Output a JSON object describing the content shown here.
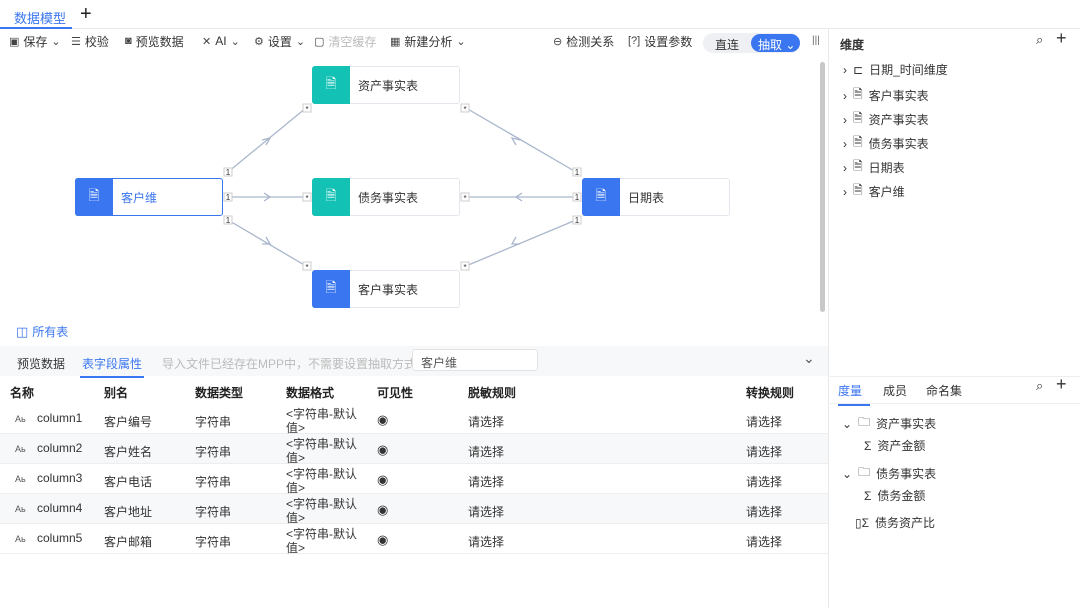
{
  "tabs": {
    "active": "数据模型",
    "add": "+"
  },
  "toolbar": {
    "save": "保存",
    "validate": "校验",
    "preview": "预览数据",
    "ai": "AI",
    "settings": "设置",
    "clear_cache": "清空缓存",
    "new_analysis": "新建分析",
    "detect": "检测关系",
    "params": "设置参数",
    "direct": "直连",
    "extract": "抽取"
  },
  "canvas": {
    "nodes": [
      {
        "label": "客户维",
        "color": "#3a76f0"
      },
      {
        "label": "资产事实表",
        "color": "#13c2b4"
      },
      {
        "label": "债务事实表",
        "color": "#13c2b4"
      },
      {
        "label": "客户事实表",
        "color": "#3a76f0"
      },
      {
        "label": "日期表",
        "color": "#3a76f0"
      }
    ],
    "one": "1",
    "many": "*"
  },
  "all_tables": "所有表",
  "bottom": {
    "tab_preview": "预览数据",
    "tab_fields": "表字段属性",
    "notice": "导入文件已经存在MPP中，不需要设置抽取方式",
    "table_select": "客户维",
    "headers": [
      "名称",
      "别名",
      "数据类型",
      "数据格式",
      "可见性",
      "脱敏规则",
      "转换规则"
    ],
    "rows": [
      {
        "name": "column1",
        "alias": "客户编号",
        "type": "字符串",
        "format1": "<字符串-默认",
        "format2": "值>",
        "mask": "请选择",
        "transform": "请选择"
      },
      {
        "name": "column2",
        "alias": "客户姓名",
        "type": "字符串",
        "format1": "<字符串-默认",
        "format2": "值>",
        "mask": "请选择",
        "transform": "请选择"
      },
      {
        "name": "column3",
        "alias": "客户电话",
        "type": "字符串",
        "format1": "<字符串-默认",
        "format2": "值>",
        "mask": "请选择",
        "transform": "请选择"
      },
      {
        "name": "column4",
        "alias": "客户地址",
        "type": "字符串",
        "format1": "<字符串-默认",
        "format2": "值>",
        "mask": "请选择",
        "transform": "请选择"
      },
      {
        "name": "column5",
        "alias": "客户邮箱",
        "type": "字符串",
        "format1": "<字符串-默认",
        "format2": "值>",
        "mask": "请选择",
        "transform": "请选择"
      }
    ]
  },
  "dimensions": {
    "title": "维度",
    "items": [
      "日期_时间维度",
      "客户事实表",
      "资产事实表",
      "债务事实表",
      "日期表",
      "客户维"
    ]
  },
  "measures": {
    "tabs": [
      "度量",
      "成员",
      "命名集"
    ],
    "group1": "资产事实表",
    "item1": "资产金额",
    "group2": "债务事实表",
    "item2": "债务金额",
    "calc": "债务资产比"
  }
}
